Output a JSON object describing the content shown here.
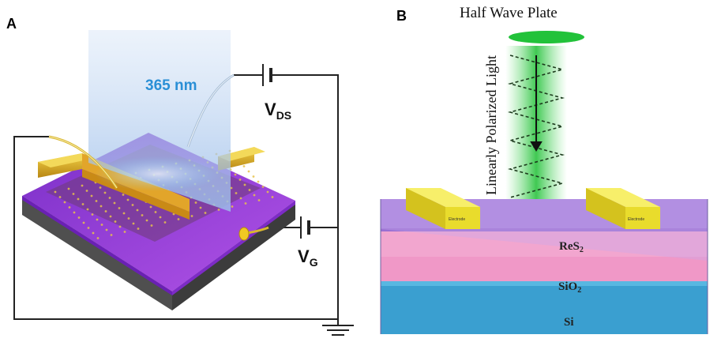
{
  "panel_a": {
    "letter": "A",
    "wavelength": "365 nm",
    "vds_main": "V",
    "vds_sub": "DS",
    "vg_main": "V",
    "vg_sub": "G"
  },
  "panel_b": {
    "letter": "B",
    "half_wave_plate": "Half Wave Plate",
    "light_label": "Linearly Polarized Light",
    "electrode_left": "Electrode",
    "electrode_right": "Electrode",
    "layer_res2_main": "ReS",
    "layer_res2_sub": "2",
    "layer_sio2_main": "SiO",
    "layer_sio2_sub": "2",
    "layer_si": "Si"
  },
  "colors": {
    "circuit_wire": "#222222",
    "light_beam": "#a9c8ee",
    "wavelength_text": "#2a8fd6",
    "substrate_purple": "#8b3ad8",
    "substrate_grey": "#5b5b5b",
    "electrode_gold": "#d9b21b",
    "green_light": "#23c23a",
    "res2_layer": "#a882dc",
    "sio2_layer": "#f2a6cf",
    "si_layer": "#3a9fd0",
    "electrode_yellow": "#f2e84a"
  }
}
